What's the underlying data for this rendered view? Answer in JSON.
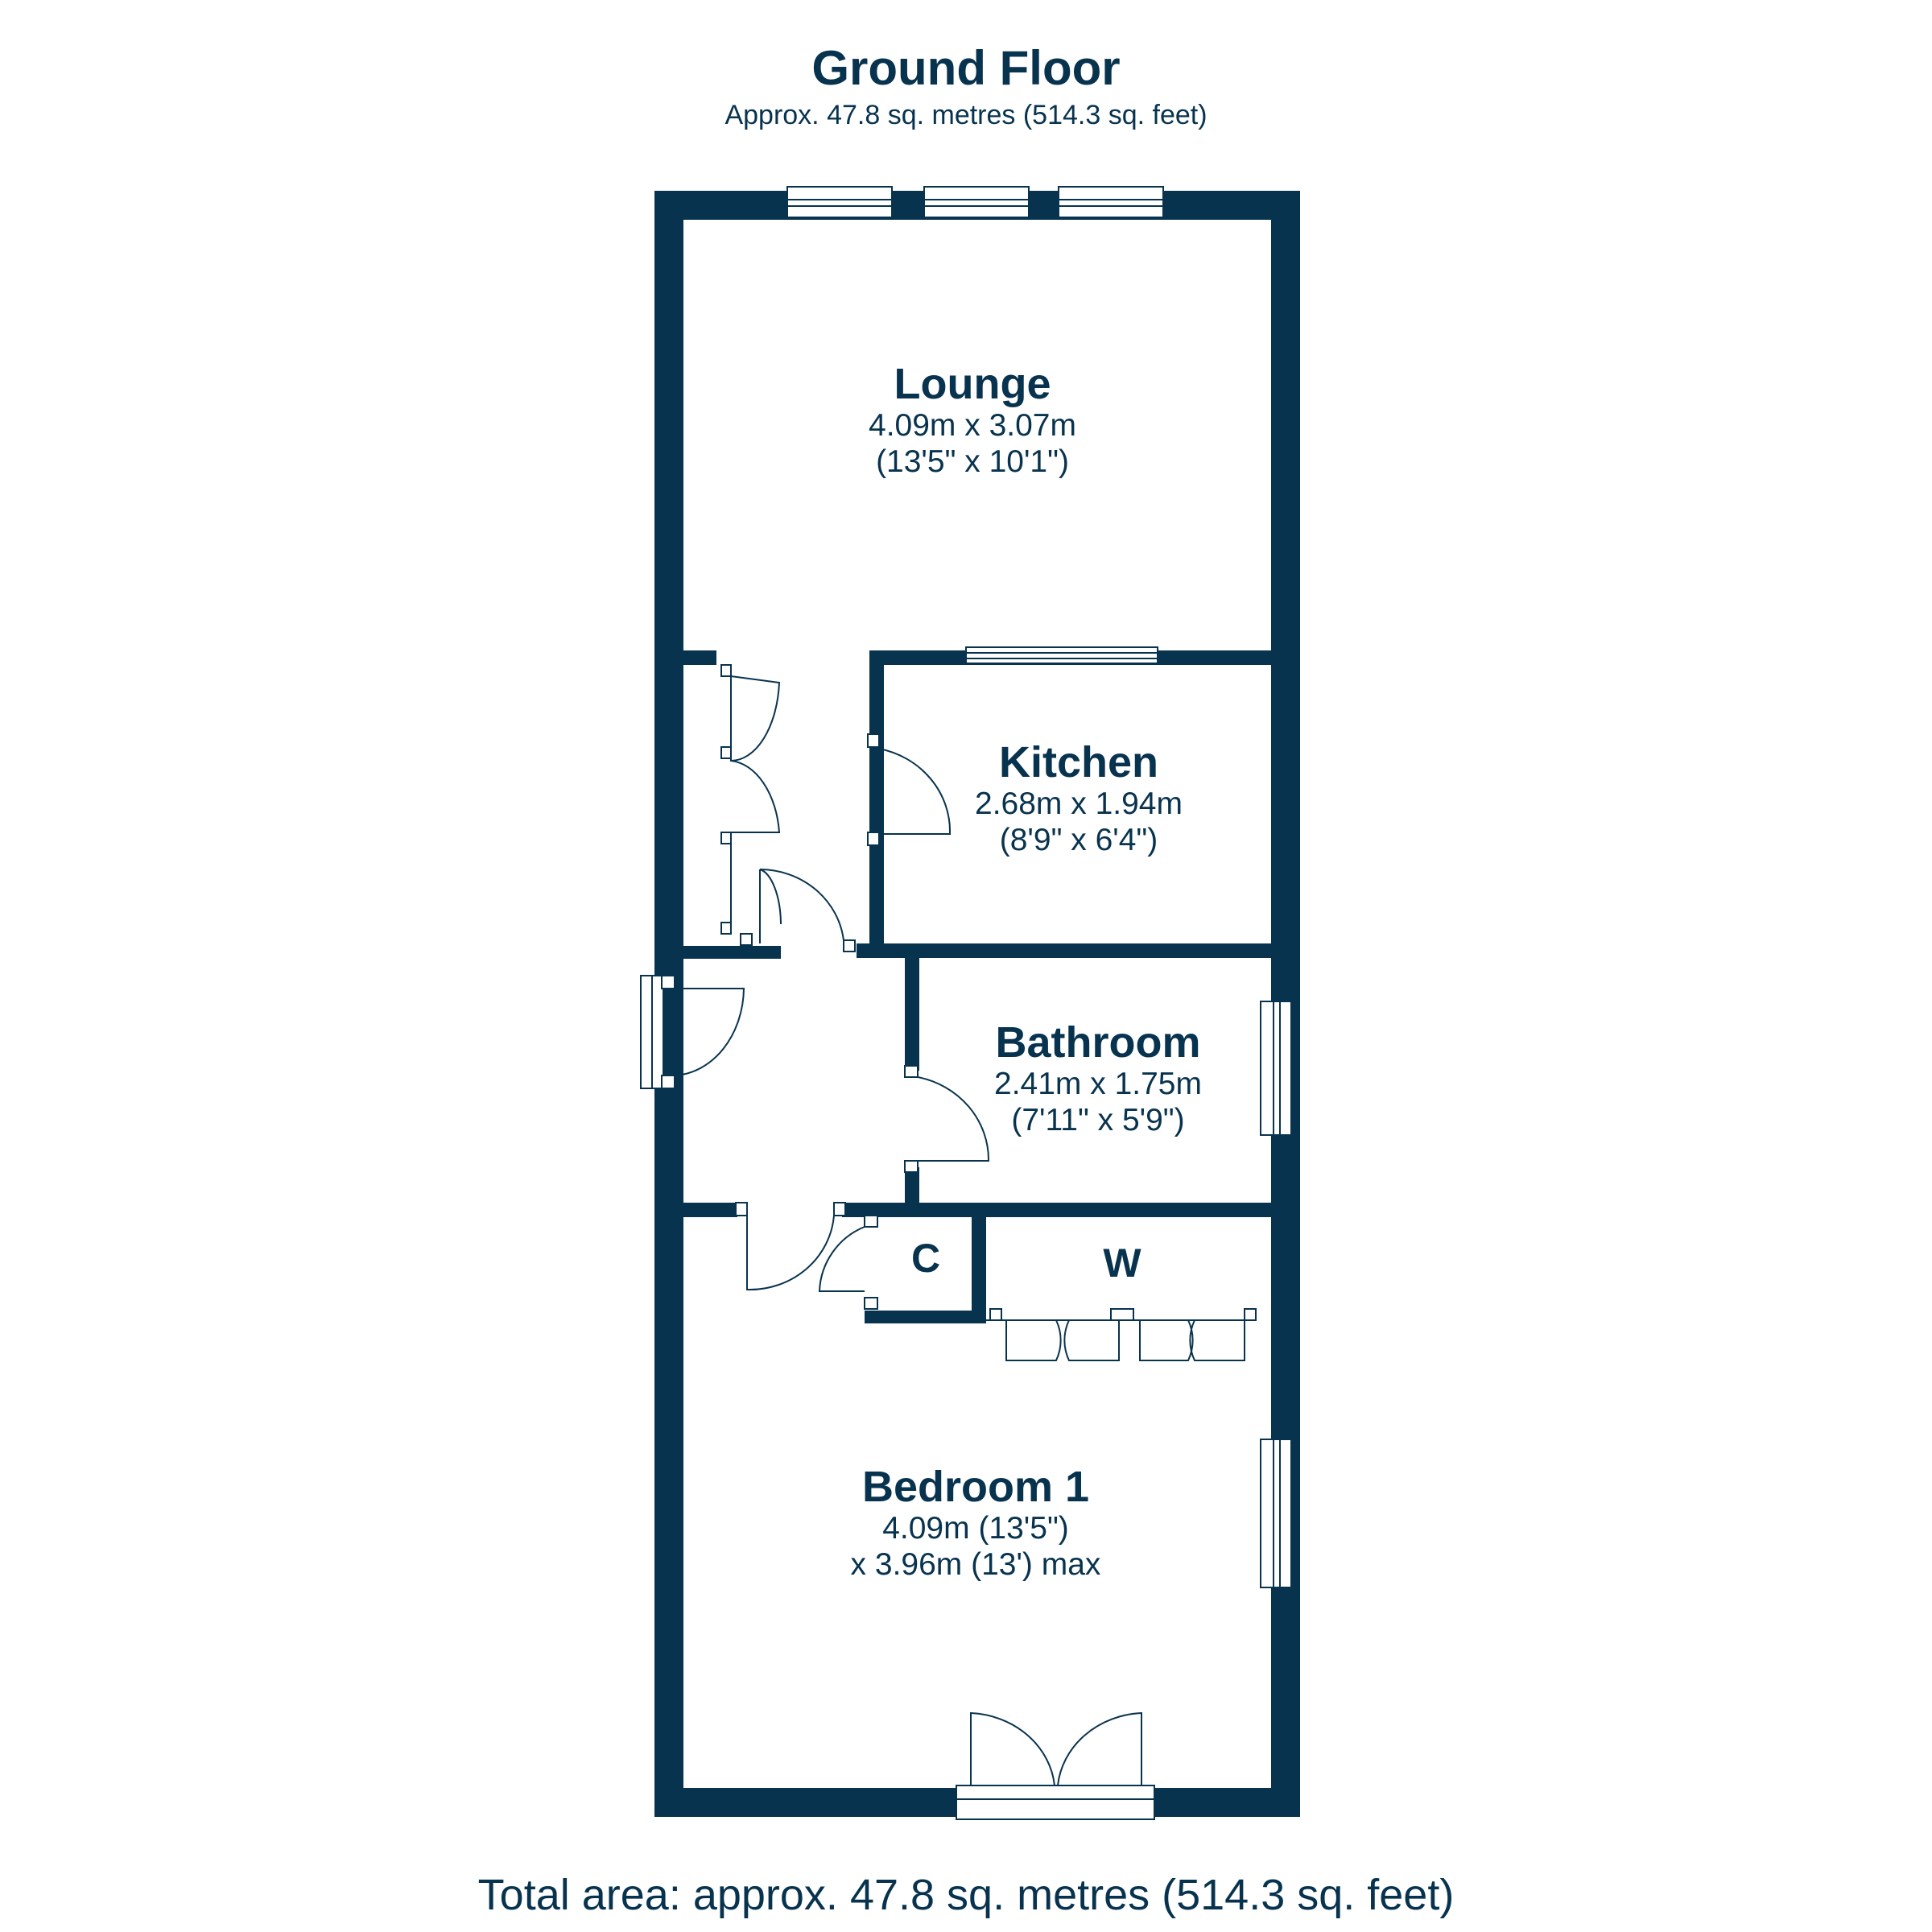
{
  "header": {
    "title": "Ground Floor",
    "subtitle": "Approx. 47.8 sq. metres (514.3 sq. feet)"
  },
  "rooms": {
    "lounge": {
      "name": "Lounge",
      "dim_metric": "4.09m x 3.07m",
      "dim_imperial": "(13'5\" x 10'1\")"
    },
    "kitchen": {
      "name": "Kitchen",
      "dim_metric": "2.68m x 1.94m",
      "dim_imperial": "(8'9\" x 6'4\")"
    },
    "bathroom": {
      "name": "Bathroom",
      "dim_metric": "2.41m x 1.75m",
      "dim_imperial": "(7'11\" x 5'9\")"
    },
    "bedroom1": {
      "name": "Bedroom 1",
      "dim_line1": "4.09m (13'5\")",
      "dim_line2": "x 3.96m (13') max"
    },
    "cupboard": {
      "name": "C"
    },
    "wardrobe": {
      "name": "W"
    }
  },
  "footer": {
    "total": "Total area: approx. 47.8 sq. metres (514.3 sq. feet)"
  },
  "colors": {
    "wall": "#08334f",
    "background": "#ffffff"
  }
}
